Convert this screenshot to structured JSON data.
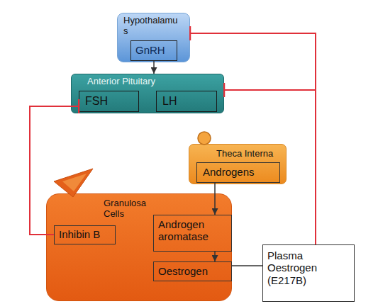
{
  "diagram": {
    "nodes": [
      {
        "text": [
          "Hypothalamus"
        ]
      },
      {
        "text": [
          "GnRH"
        ],
        "in": 0
      },
      {
        "text": [
          "Anterior Pituitary"
        ]
      },
      {
        "text": [
          "FSH"
        ],
        "in": 2
      },
      {
        "text": [
          "LH"
        ],
        "in": 2
      },
      {
        "text": [
          "Theca Interna"
        ]
      },
      {
        "text": [
          "Androgens"
        ],
        "in": 5
      },
      {
        "text": [
          "Granulosa Cells"
        ]
      },
      {
        "text": [
          "Inhibin B"
        ],
        "in": 7
      },
      {
        "text": [
          "Androgen aromatase"
        ],
        "in": 7
      },
      {
        "text": [
          "Oestrogen"
        ],
        "in": 7
      },
      {
        "text": [
          "Plasma Oestrogen (E217B)"
        ]
      }
    ],
    "edges": [
      {
        "from": 1,
        "to": 2,
        "arrow": "to"
      },
      {
        "from": 6,
        "to": 9,
        "arrow": "to"
      },
      {
        "from": 9,
        "to": 10,
        "arrow": "to"
      },
      {
        "from": 10,
        "to": 11,
        "arrow": "none"
      },
      {
        "from": 8,
        "to": 3,
        "arrow": "to"
      },
      {
        "from": 11,
        "to": 0,
        "arrow": "to"
      },
      {
        "from": 11,
        "to": 2,
        "arrow": "to"
      }
    ]
  }
}
